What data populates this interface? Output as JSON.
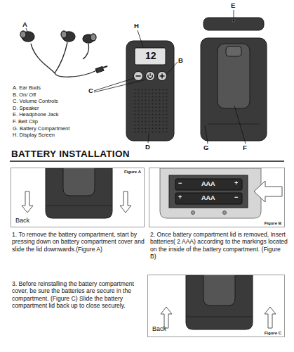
{
  "diagram": {
    "title": "BATTERY INSTALLATION",
    "nodes": [
      {
        "text": [
          "Figure A",
          "Back"
        ]
      },
      {
        "text": [
          "Figure B"
        ]
      },
      {
        "text": [
          "Figure C",
          "Back"
        ]
      }
    ],
    "labels": [
      "A",
      "H",
      "B",
      "C",
      "D",
      "E",
      "G",
      "F",
      "12",
      "A. Ear Buds",
      "B. On/ Off",
      "C.  Volume Controls",
      "D. Speaker",
      "E.  Headphone Jack",
      "F.  Belt Clip",
      "G. Battery Compartment",
      "H. Display Screen",
      "1. To remove the battery compartment, start by pressing down on battery compartment cover and slide the lid downwards.(Figure A)",
      "2. Once battery compartment lid is removed, Insert batteries( 2 AAA) according to the markings located on the inside of the battery compartment.  (Figure B)",
      "3. Before reinstalling the battery compartment cover, be sure the batteries are secure in the compartment.  (Figure C) Slide the battery compartment lid back up to close securely.",
      "−",
      "AAA",
      "+",
      "+",
      "AAA",
      "−"
    ]
  }
}
